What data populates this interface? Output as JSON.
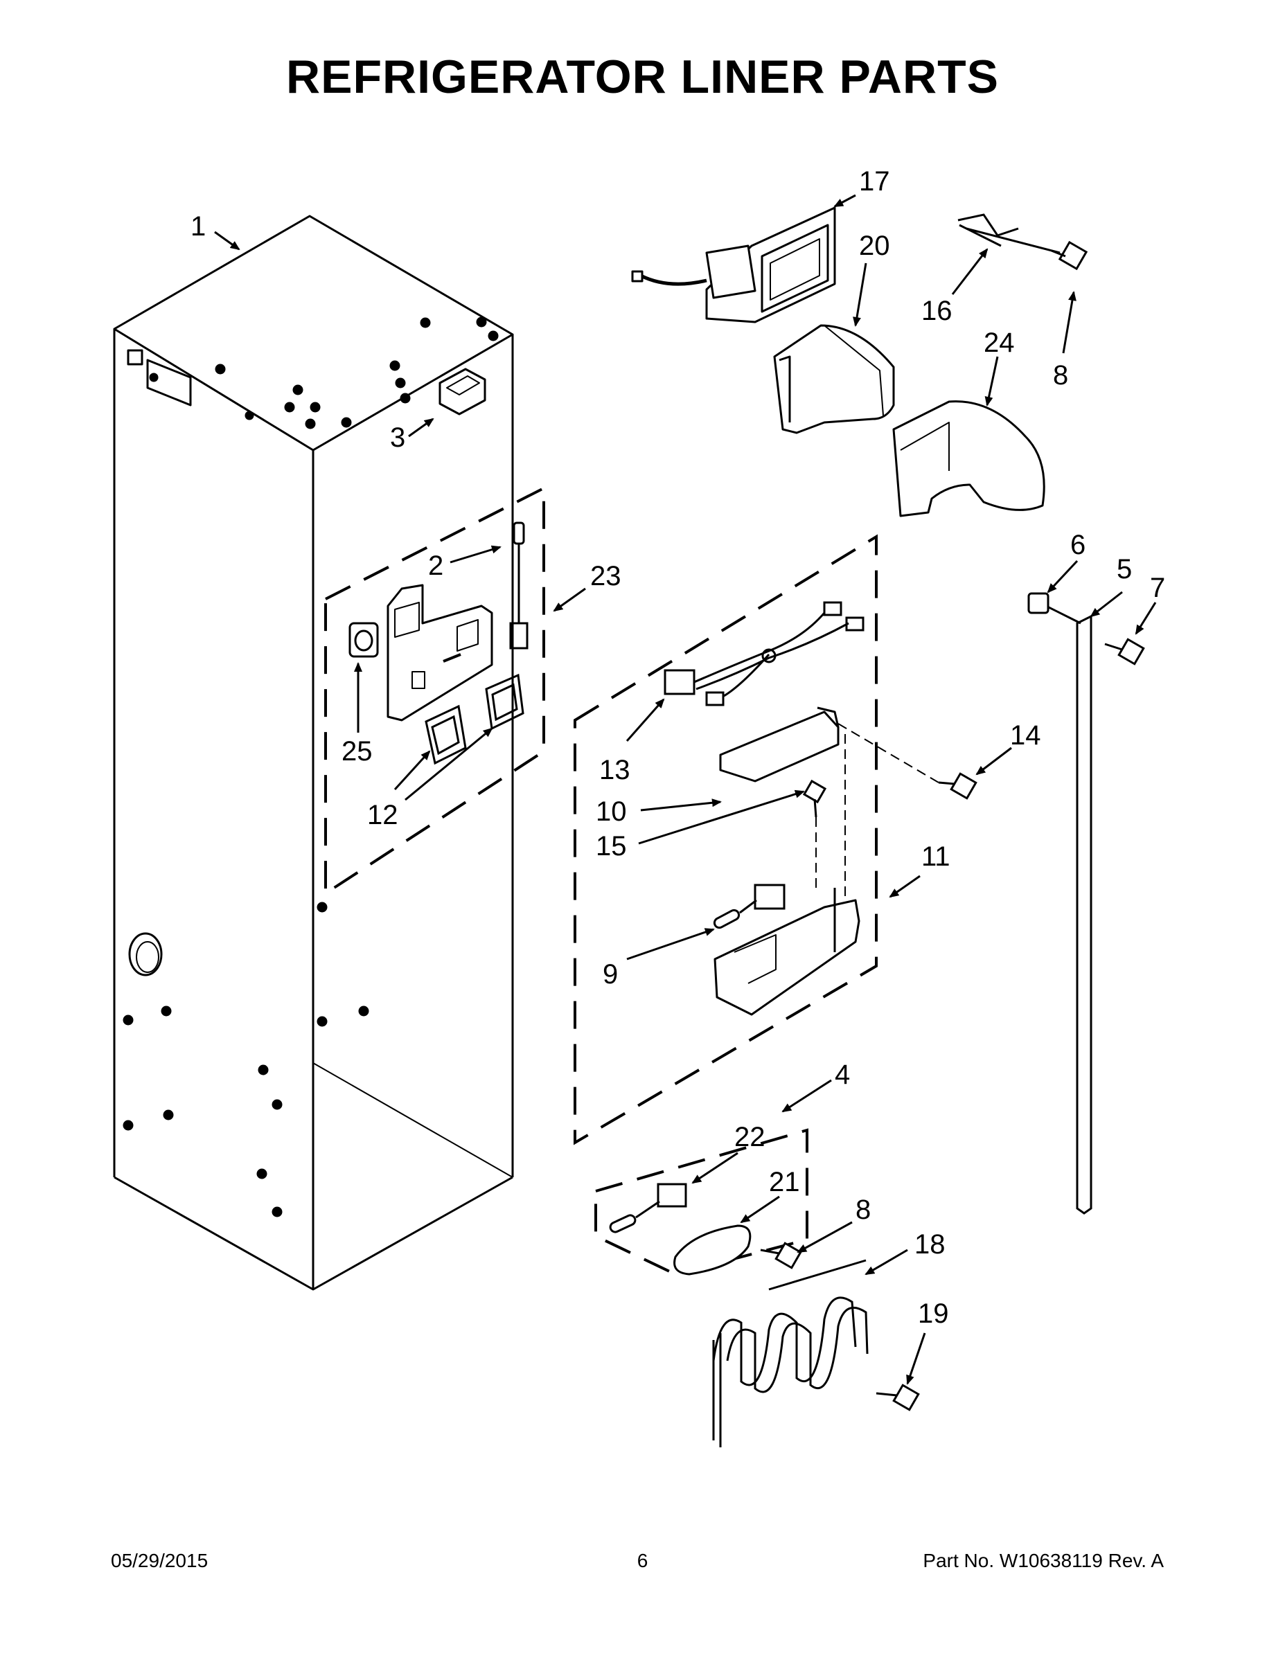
{
  "title": "REFRIGERATOR LINER PARTS",
  "callouts": {
    "c1": "1",
    "c2": "2",
    "c3": "3",
    "c4": "4",
    "c5": "5",
    "c6": "6",
    "c7": "7",
    "c8a": "8",
    "c8b": "8",
    "c9": "9",
    "c10": "10",
    "c11": "11",
    "c12": "12",
    "c13": "13",
    "c14": "14",
    "c15": "15",
    "c16": "16",
    "c17": "17",
    "c18": "18",
    "c19": "19",
    "c20": "20",
    "c21": "21",
    "c22": "22",
    "c23": "23",
    "c24": "24",
    "c25": "25"
  },
  "footer": {
    "date": "05/29/2015",
    "page": "6",
    "part": "Part No.  W10638119  Rev.  A"
  }
}
